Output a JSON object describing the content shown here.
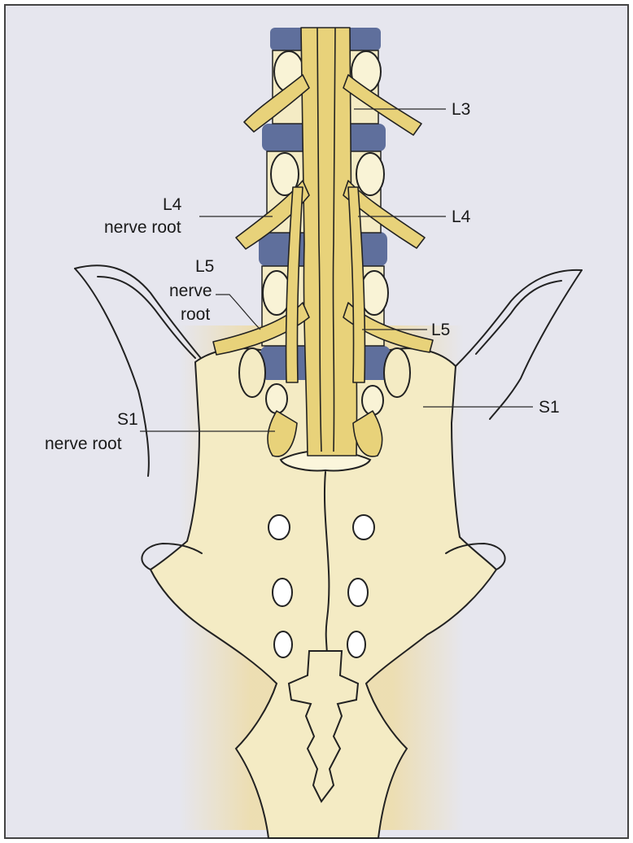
{
  "labels": {
    "l3": "L3",
    "l4": "L4",
    "l5": "L5",
    "s1": "S1",
    "l4_root_line1": "L4",
    "l4_root_line2": "nerve root",
    "l5_root_line1": "L5",
    "l5_root_line2": "nerve",
    "l5_root_line3": "root",
    "s1_root_line1": "S1",
    "s1_root_line2": "nerve root"
  },
  "colors": {
    "page_background": "#e6e6ee",
    "bone": "#f4ebc4",
    "nerve": "#e8d27a",
    "disc": "#5f6f9c",
    "glow": "#f1d88a"
  }
}
